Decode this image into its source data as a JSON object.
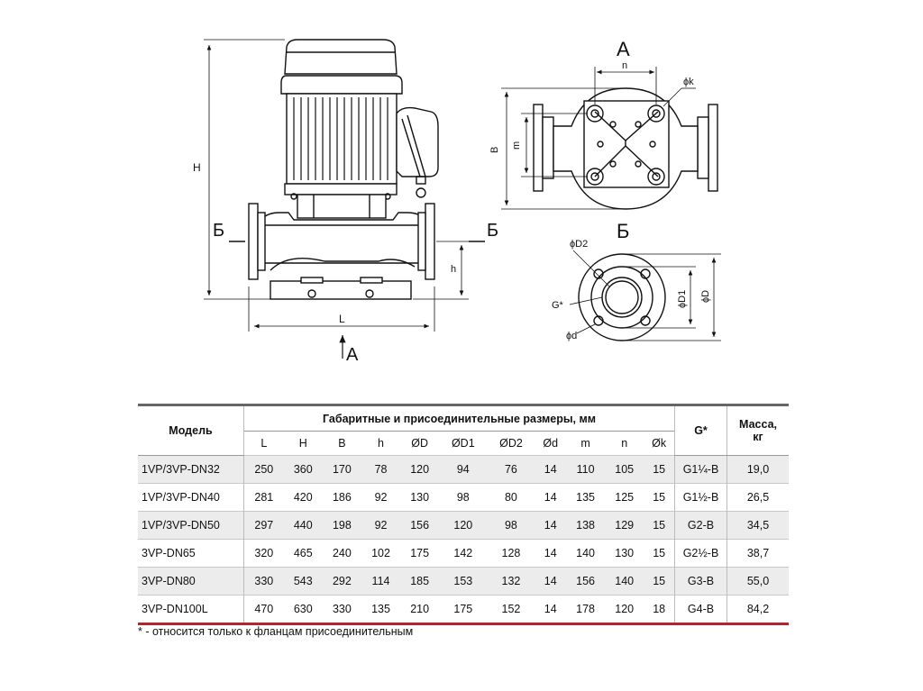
{
  "drawing": {
    "view_a_top": "А",
    "view_a_bottom": "А",
    "section_b_left": "Б",
    "section_b_right": "Б",
    "section_b_view": "Б",
    "dim_H": "H",
    "dim_L": "L",
    "dim_h": "h",
    "dim_B": "B",
    "dim_m": "m",
    "dim_n": "n",
    "dim_k": "ϕk",
    "dim_D2": "ϕD2",
    "dim_D1": "ϕD1",
    "dim_D": "ϕD",
    "dim_G": "G*",
    "dim_d": "ϕd"
  },
  "table": {
    "model_header": "Модель",
    "dims_header": "Габаритные и присоединительные размеры, мм",
    "g_header": "G*",
    "mass_header_line1": "Масса,",
    "mass_header_line2": "кг",
    "columns": [
      "L",
      "H",
      "B",
      "h",
      "ØD",
      "ØD1",
      "ØD2",
      "Ød",
      "m",
      "n",
      "Øk"
    ],
    "rows": [
      {
        "model": "1VP/3VP-DN32",
        "vals": [
          "250",
          "360",
          "170",
          "78",
          "120",
          "94",
          "76",
          "14",
          "110",
          "105",
          "15"
        ],
        "g": "G1¼-B",
        "mass": "19,0"
      },
      {
        "model": "1VP/3VP-DN40",
        "vals": [
          "281",
          "420",
          "186",
          "92",
          "130",
          "98",
          "80",
          "14",
          "135",
          "125",
          "15"
        ],
        "g": "G1½-B",
        "mass": "26,5"
      },
      {
        "model": "1VP/3VP-DN50",
        "vals": [
          "297",
          "440",
          "198",
          "92",
          "156",
          "120",
          "98",
          "14",
          "138",
          "129",
          "15"
        ],
        "g": "G2-B",
        "mass": "34,5"
      },
      {
        "model": "3VP-DN65",
        "vals": [
          "320",
          "465",
          "240",
          "102",
          "175",
          "142",
          "128",
          "14",
          "140",
          "130",
          "15"
        ],
        "g": "G2½-B",
        "mass": "38,7"
      },
      {
        "model": "3VP-DN80",
        "vals": [
          "330",
          "543",
          "292",
          "114",
          "185",
          "153",
          "132",
          "14",
          "156",
          "140",
          "15"
        ],
        "g": "G3-B",
        "mass": "55,0"
      },
      {
        "model": "3VP-DN100L",
        "vals": [
          "470",
          "630",
          "330",
          "135",
          "210",
          "175",
          "152",
          "14",
          "178",
          "120",
          "18"
        ],
        "g": "G4-B",
        "mass": "84,2"
      }
    ]
  },
  "footnote": "* - относится только к фланцам присоединительным",
  "colors": {
    "table_bottom_rule": "#b0262c",
    "row_shade": "#ececec",
    "line": "#111111"
  }
}
